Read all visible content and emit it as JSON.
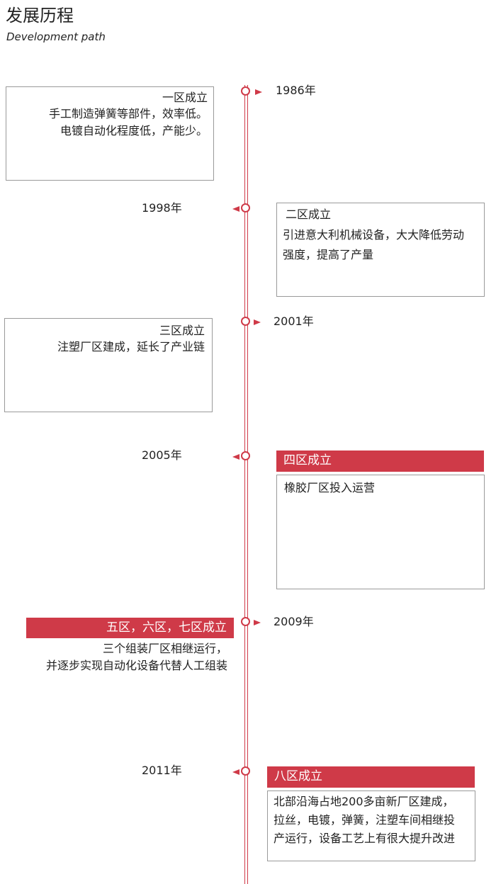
{
  "header": {
    "title": "发展历程",
    "subtitle": "Development path"
  },
  "accent_color": "#cf3a48",
  "milestones": [
    {
      "year": "1986年",
      "title": "一区成立",
      "lines": [
        "手工制造弹簧等部件，效率低。",
        "电镀自动化程度低，产能少。"
      ]
    },
    {
      "year": "1998年",
      "title": "二区成立",
      "lines": [
        "引进意大利机械设备，大大降低劳动",
        "强度，提高了产量"
      ]
    },
    {
      "year": "2001年",
      "title": "三区成立",
      "lines": [
        "注塑厂区建成，延长了产业链"
      ]
    },
    {
      "year": "2005年",
      "title": "四区成立",
      "lines": [
        "橡胶厂区投入运营"
      ]
    },
    {
      "year": "2009年",
      "title": "五区，六区，七区成立",
      "lines": [
        "三个组装厂区相继运行，",
        "并逐步实现自动化设备代替人工组装"
      ]
    },
    {
      "year": "2011年",
      "title": "八区成立",
      "lines": [
        "北部沿海占地200多亩新厂区建成，",
        "拉丝，电镀，弹簧，注塑车间相继投",
        "产运行，设备工艺上有很大提升改进"
      ]
    }
  ]
}
